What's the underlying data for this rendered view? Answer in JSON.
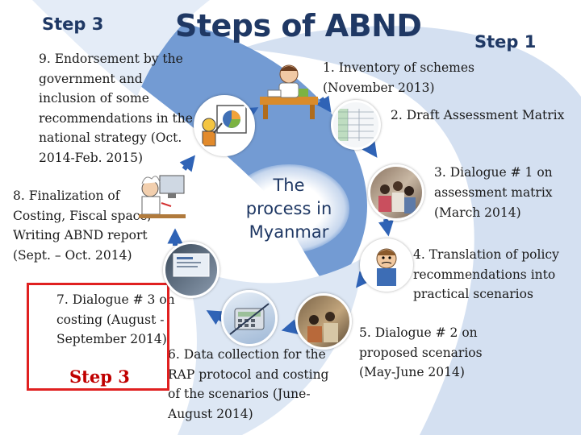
{
  "title": "Steps of ABND",
  "center_label": "The\nprocess in\nMyanmar",
  "step_tags": {
    "top_left": "Step 3",
    "top_right": "Step 1",
    "bottom_left": "Step 3"
  },
  "steps": [
    {
      "id": 1,
      "text": "1. Inventory of schemes\n(November 2013)",
      "icon": "teacher-desk-clipart-icon"
    },
    {
      "id": 2,
      "text": "2. Draft Assessment Matrix",
      "icon": "spreadsheet-icon"
    },
    {
      "id": 3,
      "text": "3.  Dialogue # 1 on\nassessment matrix\n(March 2014)",
      "icon": "meeting-photo-icon"
    },
    {
      "id": 4,
      "text": "4. Translation of policy\nrecommendations into\npractical scenarios",
      "icon": "confused-man-clipart-icon"
    },
    {
      "id": 5,
      "text": "5.  Dialogue # 2 on\nproposed scenarios\n(May-June 2014)",
      "icon": "meeting-photo-icon"
    },
    {
      "id": 6,
      "text": "6. Data collection for the\nRAP protocol and costing\nof the scenarios (June-\nAugust 2014)",
      "icon": "calculator-icon"
    },
    {
      "id": 7,
      "text": "7. Dialogue # 3 on\ncosting (August -\nSeptember 2014)",
      "icon": "presentation-photo-icon"
    },
    {
      "id": 8,
      "text": "8. Finalization of\nCosting, Fiscal space,\nWriting ABND report\n(Sept. – Oct. 2014)",
      "icon": "scientist-clipart-icon"
    },
    {
      "id": 9,
      "text": "9. Endorsement by the\ngovernment and\ninclusion of some\nrecommendations in the\nnational strategy (Oct.\n2014-Feb. 2015)",
      "icon": "pie-chart-presenter-icon"
    }
  ],
  "colors": {
    "title": "#1f3864",
    "swoosh_blue": "#4a7ec4",
    "swoosh_light": "#c9d8ee",
    "arrow": "#2f63b6",
    "highlight_box": "#e02020"
  }
}
